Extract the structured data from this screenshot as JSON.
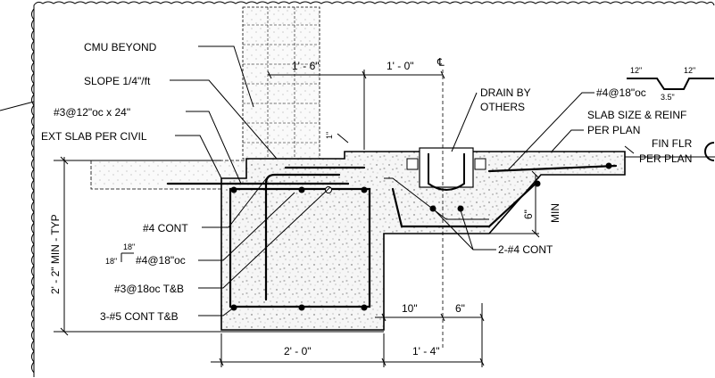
{
  "labels": {
    "cmu_beyond": "CMU BEYOND",
    "slope": "SLOPE 1/4\"/ft",
    "rebar_3_12": "#3@12\"oc x 24\"",
    "ext_slab": "EXT SLAB PER CIVIL",
    "drain_line1": "DRAIN BY",
    "drain_line2": "OTHERS",
    "rebar_4_18_top": "#4@18\"oc",
    "slab_size_line1": "SLAB SIZE & REINF",
    "slab_size_line2": "PER PLAN",
    "fin_flr_line1": "FIN FLR",
    "fin_flr_line2": "PER PLAN",
    "cont_4": "#4 CONT",
    "bend_18_top": "18\"",
    "bend_18_side": "18\"",
    "rebar_4_18_left": "#4@18\"oc",
    "rebar_3_18": "#3@18oc T&B",
    "cont_5": "3-#5 CONT T&B",
    "cont_2_4": "2-#4 CONT",
    "min_height": "2' - 2\" MIN - TYP",
    "min_6": "6\"",
    "min_word": "MIN",
    "recess_depth": "1\""
  },
  "dimensions": {
    "d1_6": "1' - 6\"",
    "d1_0": "1' - 0\"",
    "d10": "10\"",
    "d6": "6\"",
    "d2_0": "2' - 0\"",
    "d1_4": "1' - 4\""
  },
  "centerline_symbol": "℄",
  "slab_key": {
    "left": "12\"",
    "right": "12\"",
    "depth": "3.5\""
  }
}
